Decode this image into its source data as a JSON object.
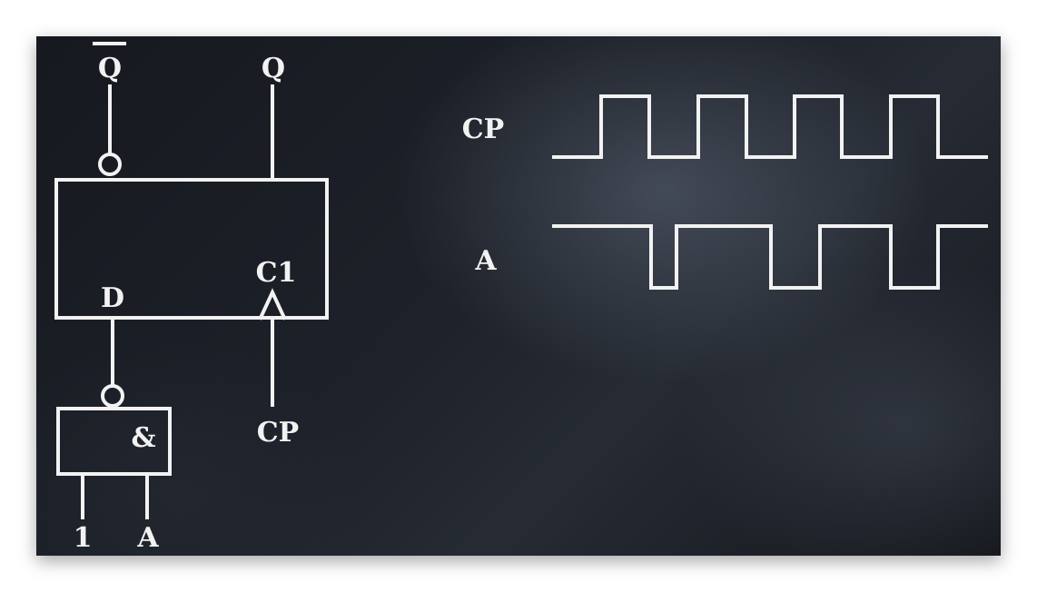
{
  "flip_flop": {
    "q_bar_label": "Q",
    "q_label": "Q",
    "d_label": "D",
    "clock_input_label": "C1",
    "cp_input_label": "CP"
  },
  "and_gate": {
    "symbol": "&",
    "input1_label": "1",
    "input2_label": "A"
  },
  "timing": {
    "cp_label": "CP",
    "a_label": "A",
    "cp_signal": [
      0,
      1,
      0,
      1,
      0,
      1,
      0,
      1,
      0
    ],
    "a_signal": [
      1,
      0,
      1,
      0,
      1,
      0,
      1
    ]
  }
}
